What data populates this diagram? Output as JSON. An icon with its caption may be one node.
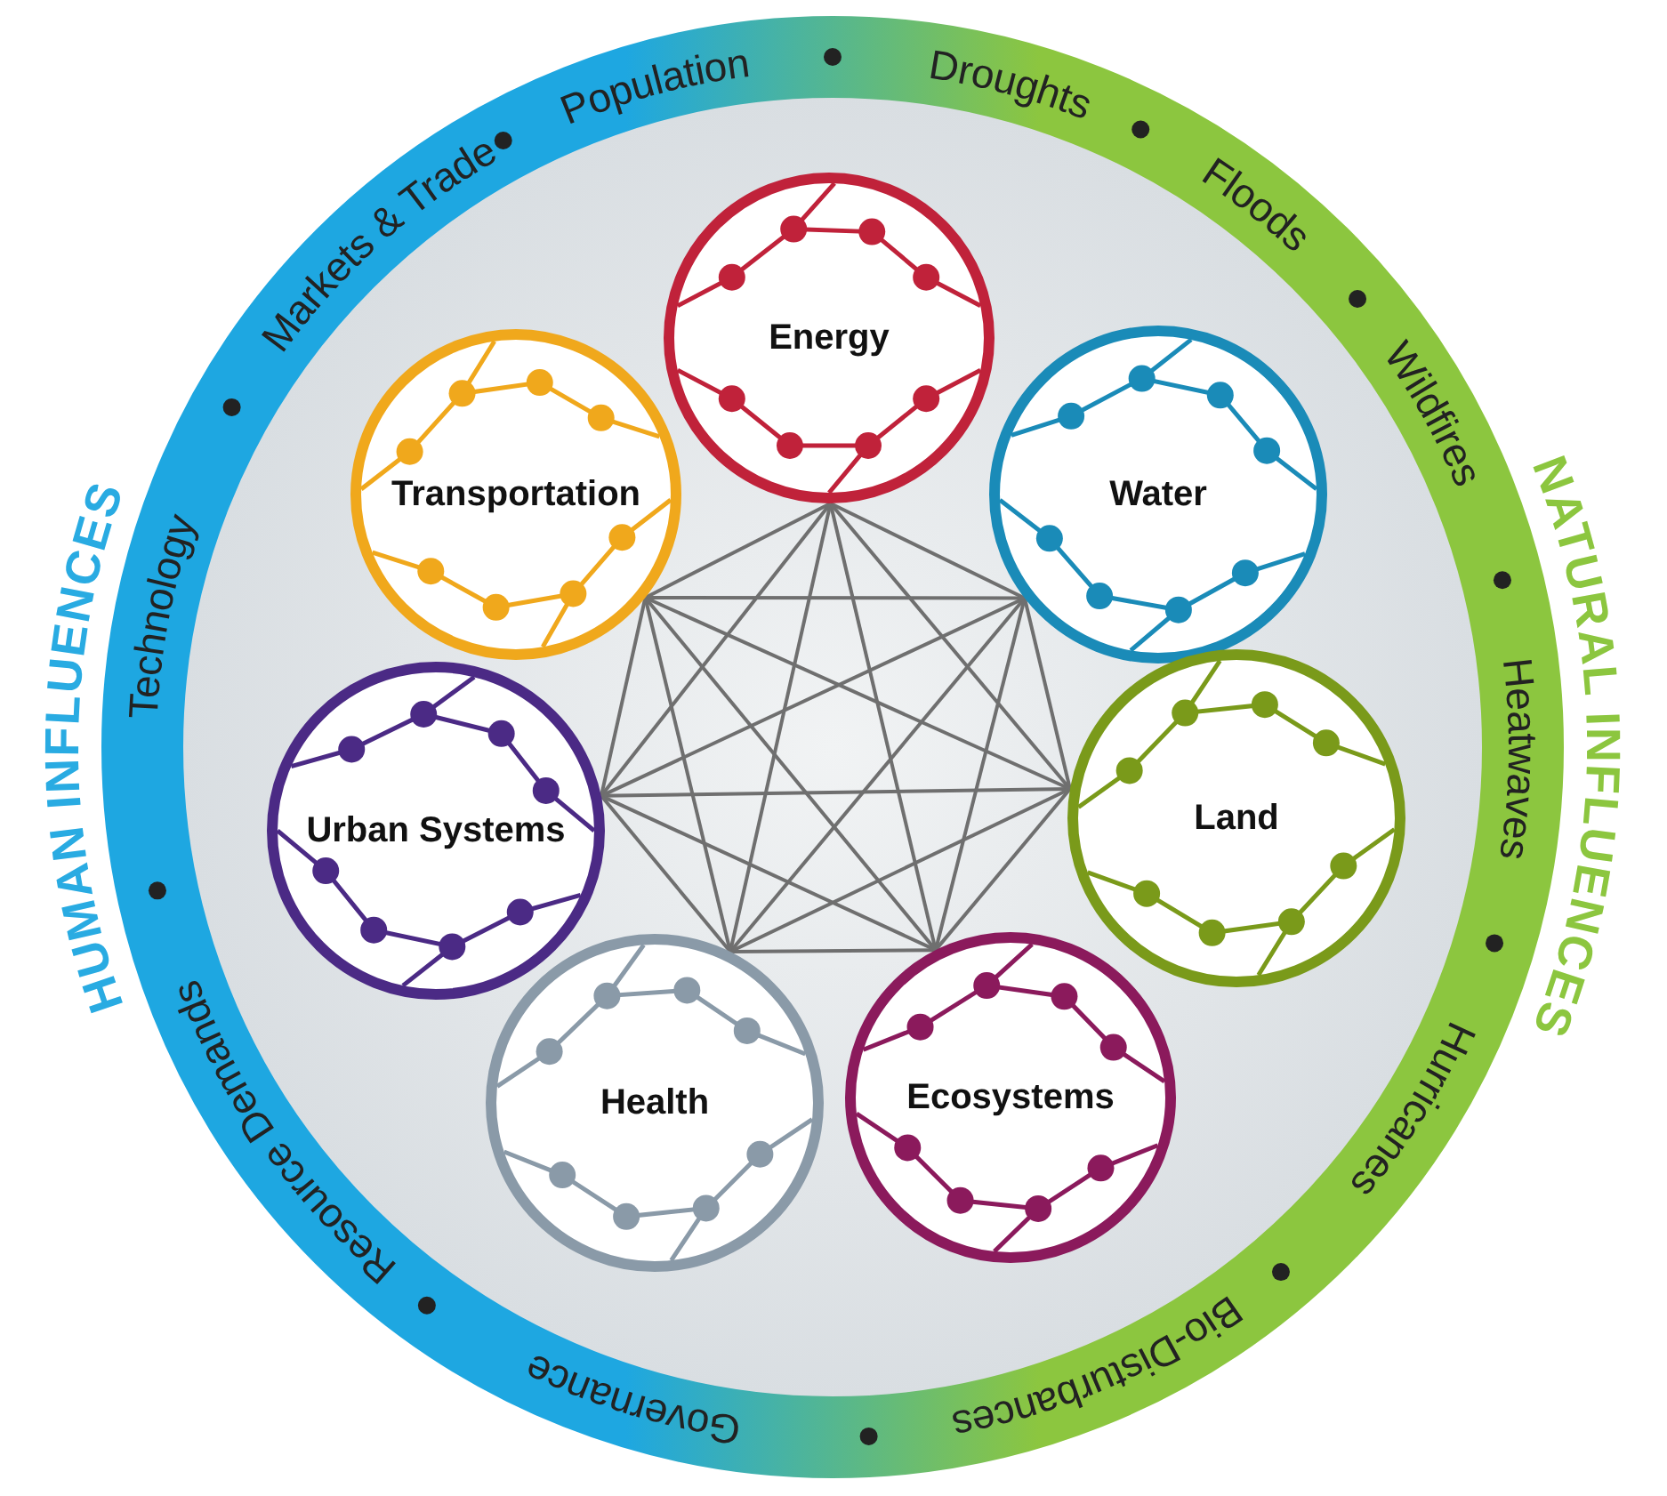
{
  "diagram": {
    "nodes": [
      {
        "text": [
          "Energy"
        ]
      },
      {
        "text": [
          "Water"
        ]
      },
      {
        "text": [
          "Land"
        ]
      },
      {
        "text": [
          "Ecosystems"
        ]
      },
      {
        "text": [
          "Health"
        ]
      },
      {
        "text": [
          "Urban Systems"
        ]
      },
      {
        "text": [
          "Transportation"
        ]
      }
    ],
    "edges": [
      {
        "from": 0,
        "to": 1,
        "arrow": "none"
      },
      {
        "from": 0,
        "to": 2,
        "arrow": "none"
      },
      {
        "from": 0,
        "to": 3,
        "arrow": "none"
      },
      {
        "from": 0,
        "to": 4,
        "arrow": "none"
      },
      {
        "from": 0,
        "to": 5,
        "arrow": "none"
      },
      {
        "from": 0,
        "to": 6,
        "arrow": "none"
      },
      {
        "from": 1,
        "to": 2,
        "arrow": "none"
      },
      {
        "from": 1,
        "to": 3,
        "arrow": "none"
      },
      {
        "from": 1,
        "to": 4,
        "arrow": "none"
      },
      {
        "from": 1,
        "to": 5,
        "arrow": "none"
      },
      {
        "from": 1,
        "to": 6,
        "arrow": "none"
      },
      {
        "from": 2,
        "to": 3,
        "arrow": "none"
      },
      {
        "from": 2,
        "to": 4,
        "arrow": "none"
      },
      {
        "from": 2,
        "to": 5,
        "arrow": "none"
      },
      {
        "from": 2,
        "to": 6,
        "arrow": "none"
      },
      {
        "from": 3,
        "to": 4,
        "arrow": "none"
      },
      {
        "from": 3,
        "to": 5,
        "arrow": "none"
      },
      {
        "from": 3,
        "to": 6,
        "arrow": "none"
      },
      {
        "from": 4,
        "to": 5,
        "arrow": "none"
      },
      {
        "from": 4,
        "to": 6,
        "arrow": "none"
      },
      {
        "from": 5,
        "to": 6,
        "arrow": "none"
      }
    ],
    "labels": [
      "HUMAN INFLUENCES",
      "NATURAL INFLUENCES",
      "Population",
      "Droughts",
      "Floods",
      "Wildfires",
      "Heatwaves",
      "Hurricanes",
      "Bio-Disturbances",
      "Governance",
      "Resource Demands",
      "Technology",
      "Markets & Trade"
    ]
  }
}
